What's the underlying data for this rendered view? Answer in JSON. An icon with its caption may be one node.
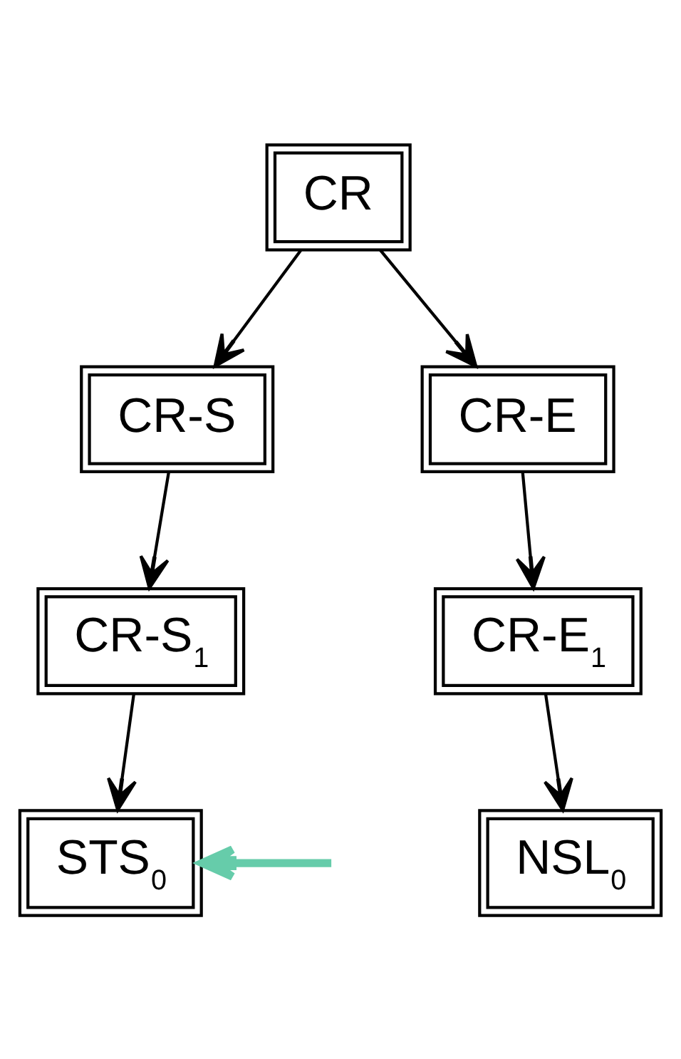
{
  "diagram": {
    "nodes": [
      {
        "text": [
          "CR"
        ]
      },
      {
        "text": [
          "CR-S"
        ]
      },
      {
        "text": [
          "CR-E"
        ]
      },
      {
        "text": [
          "CR-S$_{1}$"
        ]
      },
      {
        "text": [
          "CR-E$_{1}$"
        ]
      },
      {
        "text": [
          "STS$_{0}$"
        ]
      },
      {
        "text": [
          "NSL$_{0}$"
        ]
      }
    ],
    "edges": [
      {
        "from": 0,
        "to": 1,
        "arrow": "to"
      },
      {
        "from": 0,
        "to": 2,
        "arrow": "to"
      },
      {
        "from": 1,
        "to": 3,
        "arrow": "to"
      },
      {
        "from": 2,
        "to": 4,
        "arrow": "to"
      },
      {
        "from": 3,
        "to": 5,
        "arrow": "to"
      },
      {
        "from": 4,
        "to": 6,
        "arrow": "to"
      },
      {
        "from": null,
        "to": 5,
        "arrow": "to",
        "style": "thick",
        "color": "#66ccaa"
      }
    ]
  }
}
